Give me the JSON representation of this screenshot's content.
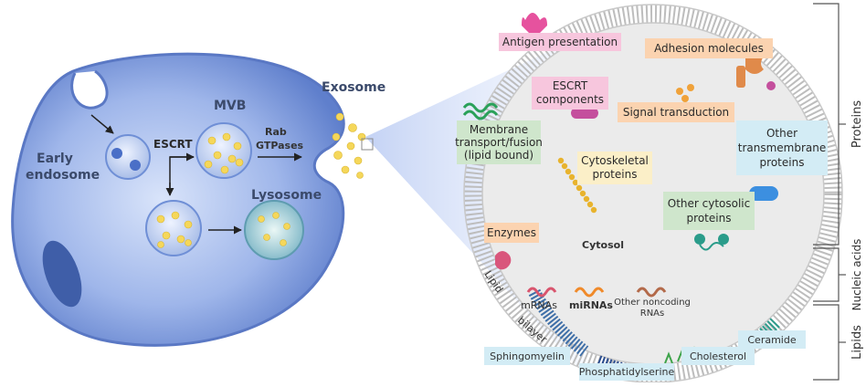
{
  "cell": {
    "early_endosome": [
      "Early",
      "endosome"
    ],
    "escrt": "ESCRT",
    "mvb": "MVB",
    "rab": [
      "Rab",
      "GTPases"
    ],
    "lysosome": "Lysosome",
    "exosome": "Exosome"
  },
  "vesicle": {
    "antigen": "Antigen presentation",
    "adhesion": "Adhesion molecules",
    "escrt_components": [
      "ESCRT",
      "components"
    ],
    "signal": "Signal transduction",
    "membrane": [
      "Membrane",
      "transport/fusion",
      "(lipid bound)"
    ],
    "other_tm": [
      "Other",
      "transmembrane",
      "proteins"
    ],
    "cytoskeletal": [
      "Cytoskeletal",
      "proteins"
    ],
    "other_cytosolic": [
      "Other cytosolic",
      "proteins"
    ],
    "enzymes": "Enzymes",
    "cytosol": "Cytosol",
    "mrnas": "mRNAs",
    "mirnas": "miRNAs",
    "other_rnas": [
      "Other noncoding",
      "RNAs"
    ],
    "lipid_bilayer": [
      "Lipid",
      "bilayer"
    ],
    "ceramide": "Ceramide",
    "sphingomyelin": "Sphingomyelin",
    "phosphatidylserine": "Phosphatidylserine",
    "cholesterol": "Cholesterol"
  },
  "brackets": {
    "proteins": "Proteins",
    "nucleic_acids": "Nucleic acids",
    "lipids": "Lipids"
  },
  "colors": {
    "pink_box": "#f7c6dd",
    "orange_box": "#fbd3b0",
    "green_box": "#cfe6cc",
    "blue_box": "#d3ecf5",
    "yellow_box": "#fbefc8",
    "cell_fill": "#6f8fd6",
    "vesicle_interior": "#ebebeb"
  }
}
